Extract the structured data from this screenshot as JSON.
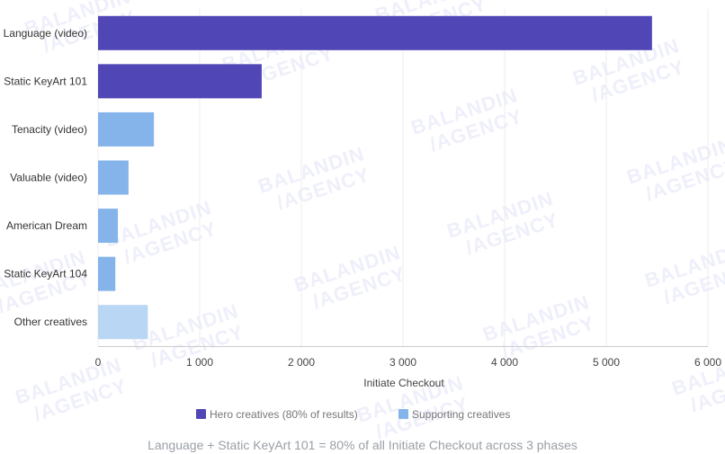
{
  "chart_data": {
    "type": "bar",
    "orientation": "horizontal",
    "categories": [
      "Language (video)",
      "Static KeyArt 101",
      "Tenacity (video)",
      "Valuable (video)",
      "American Dream",
      "Static KeyArt 104",
      "Other creatives"
    ],
    "values": [
      5450,
      1610,
      550,
      300,
      195,
      170,
      490
    ],
    "groups": [
      "hero",
      "hero",
      "supporting",
      "supporting",
      "supporting",
      "supporting",
      "other"
    ],
    "xlabel": "Initiate Checkout",
    "xlim": [
      0,
      6000
    ],
    "xticks": [
      0,
      1000,
      2000,
      3000,
      4000,
      5000,
      6000
    ],
    "xtick_labels": [
      "0",
      "1 000",
      "2 000",
      "3 000",
      "4 000",
      "5 000",
      "6 000"
    ],
    "grid": "vertical",
    "legend": [
      {
        "label": "Hero creatives (80% of results)",
        "color": "#5046b5"
      },
      {
        "label": "Supporting creatives",
        "color": "#85b4ea"
      }
    ],
    "legend_position": "bottom",
    "colors": {
      "hero": "#5046b5",
      "supporting": "#85b4ea",
      "other": "#b9d6f4"
    },
    "annotation": "Language + Static KeyArt 101 = 80% of all Initiate Checkout across 3 phases"
  },
  "watermark_text": [
    "BALANDIN",
    "/AGENCY"
  ]
}
